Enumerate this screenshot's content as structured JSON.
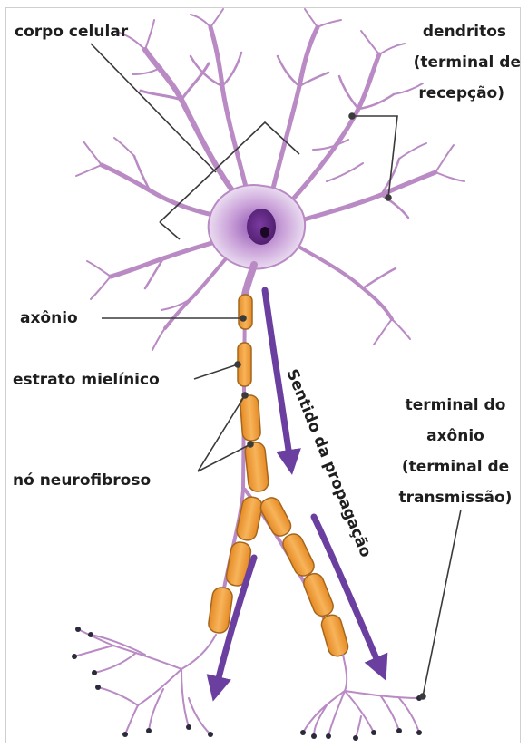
{
  "labels": {
    "cell_body": "corpo celular",
    "dendrites_1": "dendritos",
    "dendrites_2": "(terminal de",
    "dendrites_3": "recepção)",
    "axon": "axônio",
    "myelin": "estrato mielínico",
    "node": "nó neurofibroso",
    "axon_terminal_1": "terminal do",
    "axon_terminal_2": "axônio",
    "axon_terminal_3": "(terminal de",
    "axon_terminal_4": "transmissão)",
    "direction": "Sentido da propagação"
  },
  "colors": {
    "neuron": "#b98ac4",
    "neuron_dark": "#8e5aa3",
    "soma_core": "#6a2f86",
    "myelin_fill": "#f1a13e",
    "myelin_stroke": "#a4661d",
    "arrow": "#6b3fa0",
    "leader": "#3a3a3a"
  }
}
